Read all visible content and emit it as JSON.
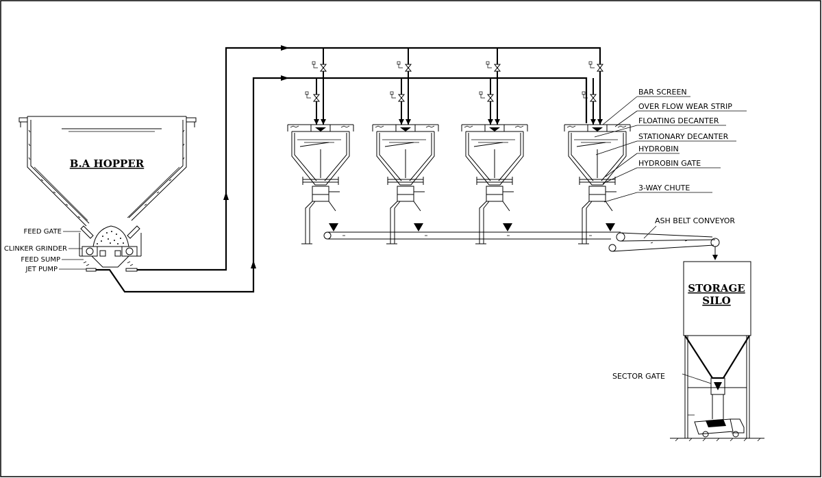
{
  "hopper": {
    "title": "B.A HOPPER"
  },
  "hopper_labels": [
    "FEED GATE",
    "CLINKER GRINDER",
    "FEED SUMP",
    "JET PUMP"
  ],
  "hydrobin_labels": [
    "BAR SCREEN",
    "OVER FLOW WEAR STRIP",
    "FLOATING DECANTER",
    "STATIONARY DECANTER",
    "HYDROBIN",
    "HYDROBIN GATE",
    "3-WAY CHUTE"
  ],
  "conveyor": {
    "label": "ASH BELT CONVEYOR"
  },
  "silo": {
    "title_line1": "STORAGE",
    "title_line2": "SILO",
    "gate_label": "SECTOR GATE"
  },
  "hydrobin_count": 4
}
